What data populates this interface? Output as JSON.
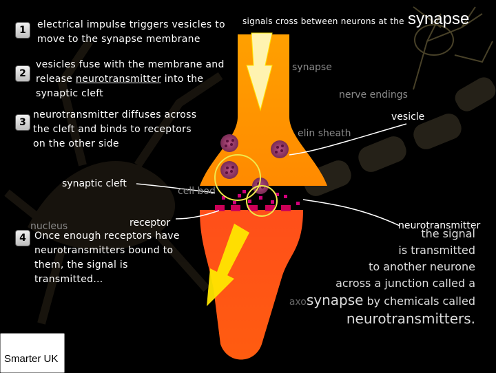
{
  "header": {
    "small": "signals cross between neurons at the",
    "big": "synapse"
  },
  "steps": [
    {
      "num": "1",
      "text_lines": [
        "electrical impulse triggers vesicles to",
        "move to the synapse membrane"
      ]
    },
    {
      "num": "2",
      "text_lines": [
        "vesicles fuse with the membrane and",
        "release ",
        "neurotransmitter",
        " into the",
        "synaptic cleft"
      ]
    },
    {
      "num": "3",
      "text_lines": [
        "neurotransmitter diffuses across",
        "the cleft and binds to receptors",
        "on the other side"
      ]
    },
    {
      "num": "4",
      "text_lines": [
        "Once enough receptors have",
        "neurotransmitters bound to",
        "them, the signal is",
        "transmitted…"
      ]
    }
  ],
  "labels": {
    "synaptic_cleft": "synaptic cleft",
    "receptor": "receptor",
    "neurotransmitter": "neurotransmitter",
    "vesicle": "vesicle",
    "synapse_faint": "synapse",
    "nerve_endings": "nerve endings",
    "myelin_sheath": "elin sheath",
    "cell_body": "cell bod",
    "nucleus": "nucleus",
    "axon": "axo"
  },
  "quote": {
    "lines": [
      "the signal",
      "is transmitted",
      "to another neurone",
      "across a junction called a"
    ],
    "synapse_word": "synapse",
    "chem_text": "by chemicals called",
    "neuro_word": "neurotransmitters",
    "period": "."
  },
  "logo": {
    "text": "Smarter UK"
  },
  "colors": {
    "orange_top": "#ff9500",
    "orange_bottom": "#ff5a14",
    "vesicle": "#9b3a6c",
    "receptor": "#cc0057",
    "neuron_bg": "#3a2a10",
    "yellow": "#ffe600"
  }
}
